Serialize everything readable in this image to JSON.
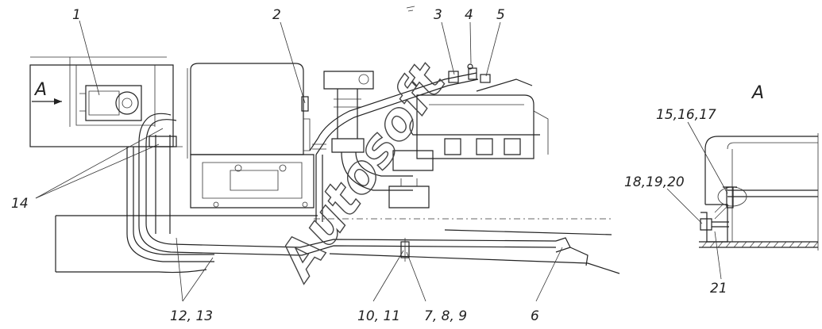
{
  "view_marker": "A",
  "section_title": "A",
  "watermark": "Autosoft",
  "callouts": [
    {
      "id": "c1",
      "label": "1"
    },
    {
      "id": "c2",
      "label": "2"
    },
    {
      "id": "c3",
      "label": "3"
    },
    {
      "id": "c4",
      "label": "4"
    },
    {
      "id": "c5",
      "label": "5"
    },
    {
      "id": "c6",
      "label": "6"
    },
    {
      "id": "c7",
      "label": "7, 8, 9"
    },
    {
      "id": "c10",
      "label": "10, 11"
    },
    {
      "id": "c12",
      "label": "12, 13"
    },
    {
      "id": "c14",
      "label": "14"
    },
    {
      "id": "c15",
      "label": "15,16,17"
    },
    {
      "id": "c18",
      "label": "18,19,20"
    },
    {
      "id": "c21",
      "label": "21"
    }
  ]
}
